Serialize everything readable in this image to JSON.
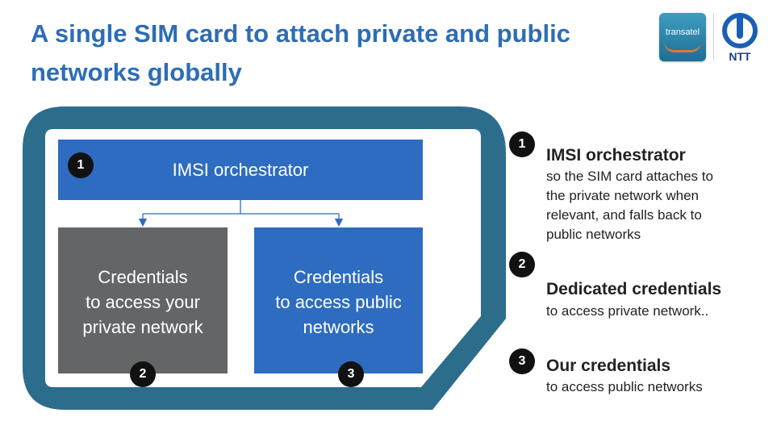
{
  "title": {
    "line1": "A single SIM card to attach private and public",
    "line2": "networks globally"
  },
  "logos": {
    "transatel": "transatel",
    "ntt": "NTT"
  },
  "sim": {
    "orchestrator_label": "IMSI orchestrator",
    "private_box": {
      "line1": "Credentials",
      "line2": "to access your",
      "line3": "private network"
    },
    "public_box": {
      "line1": "Credentials",
      "line2": "to access public",
      "line3": "networks"
    },
    "badges": [
      "1",
      "2",
      "3"
    ]
  },
  "legend": [
    {
      "number": "1",
      "title": "IMSI orchestrator",
      "desc_lines": [
        "so the SIM card attaches to",
        "the private network when",
        "relevant, and falls back to",
        "public networks"
      ]
    },
    {
      "number": "2",
      "title": "Dedicated credentials",
      "desc_lines": [
        "to access private network.."
      ]
    },
    {
      "number": "3",
      "title": "Our credentials",
      "desc_lines": [
        "to access public networks"
      ]
    }
  ],
  "colors": {
    "title": "#2d6db5",
    "sim_border": "#2c6d8c",
    "box_blue": "#2d6cc0",
    "box_gray": "#636567",
    "badge": "#111111"
  }
}
